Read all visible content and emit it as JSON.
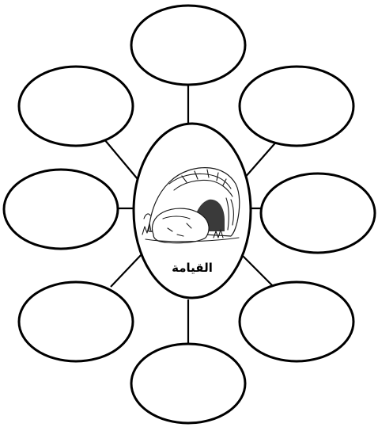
{
  "diagram": {
    "type": "bubble-map",
    "center": {
      "title": "القيامة",
      "illustration": "empty-tomb-with-rolled-stone"
    },
    "outer_bubbles": [
      {
        "position": "top",
        "text": ""
      },
      {
        "position": "upper-left",
        "text": ""
      },
      {
        "position": "upper-right",
        "text": ""
      },
      {
        "position": "left",
        "text": ""
      },
      {
        "position": "right",
        "text": ""
      },
      {
        "position": "lower-left",
        "text": ""
      },
      {
        "position": "lower-right",
        "text": ""
      },
      {
        "position": "bottom",
        "text": ""
      }
    ],
    "colors": {
      "stroke": "#000000",
      "fill": "#ffffff"
    }
  }
}
